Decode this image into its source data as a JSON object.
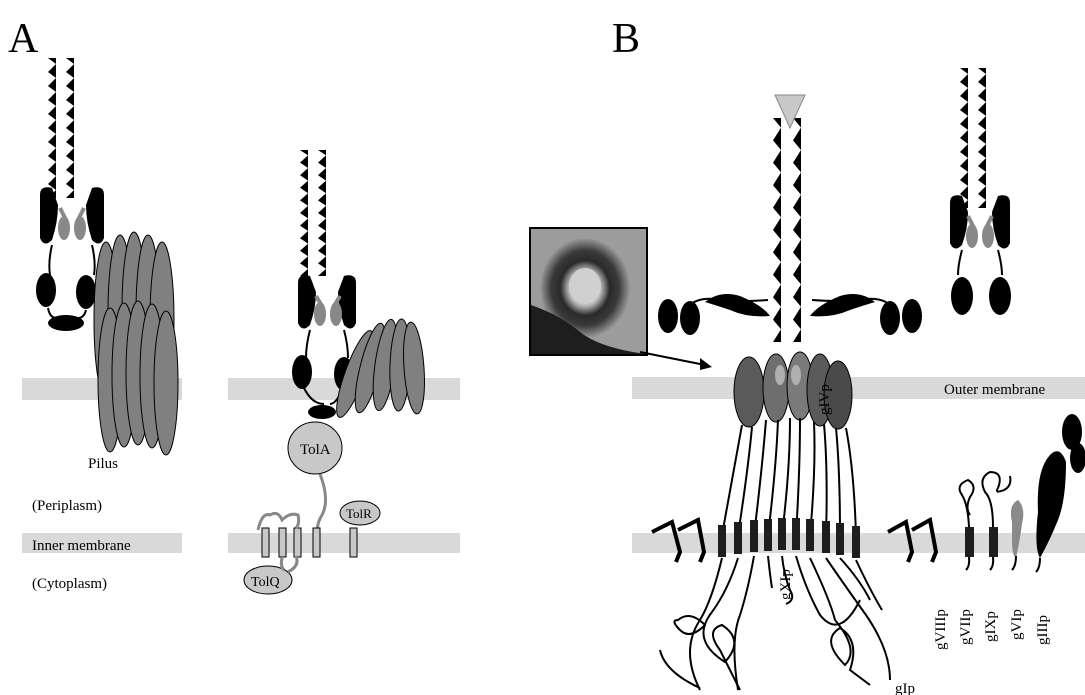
{
  "panels": {
    "a": "A",
    "b": "B"
  },
  "panel_a": {
    "pilus": "Pilus",
    "periplasm": "(Periplasm)",
    "inner_membrane": "Inner membrane",
    "cytoplasm": "(Cytoplasm)",
    "tola": "TolA",
    "tolr": "TolR",
    "tolq": "TolQ"
  },
  "panel_b": {
    "outer_membrane": "Outer membrane",
    "givp": "gIVp",
    "gxip": "gXIp",
    "gip": "gIp",
    "gviiip": "gVIIIp",
    "gviip": "gVIIp",
    "gixp": "gIXp",
    "gvip": "gVIp",
    "giiip": "gIIIp"
  },
  "colors": {
    "membrane": "#d9d9d9",
    "dark_protein": "#000000",
    "pilus_gray": "#808080",
    "light_gray": "#c8c8c8",
    "givp_dark": "#5a5a5a"
  }
}
